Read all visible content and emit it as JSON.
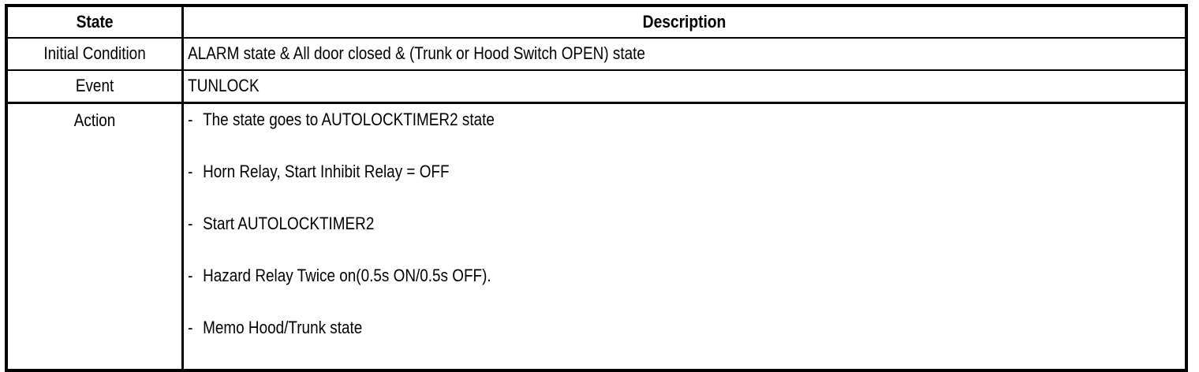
{
  "table": {
    "columns": [
      {
        "key": "state",
        "header": "State",
        "align": "center"
      },
      {
        "key": "description",
        "header": "Description",
        "align": "center"
      }
    ],
    "rows": [
      {
        "state": "Initial Condition",
        "description": "ALARM state & All door closed & (Trunk or Hood Switch OPEN) state"
      },
      {
        "state": "Event",
        "description": "TUNLOCK"
      },
      {
        "state": "Action",
        "description_items": [
          {
            "dash": "-",
            "text": "The state goes to AUTOLOCKTIMER2 state"
          },
          {
            "dash": "-",
            "text": "Horn Relay, Start Inhibit Relay = OFF"
          },
          {
            "dash": "-",
            "text": "Start AUTOLOCKTIMER2"
          },
          {
            "dash": "-",
            "text": "Hazard Relay Twice on(0.5s ON/0.5s OFF)."
          },
          {
            "dash": "-",
            "text": "Memo Hood/Trunk state"
          }
        ]
      }
    ]
  },
  "colors": {
    "border": "#000000",
    "text": "#000000",
    "background": "#ffffff"
  }
}
